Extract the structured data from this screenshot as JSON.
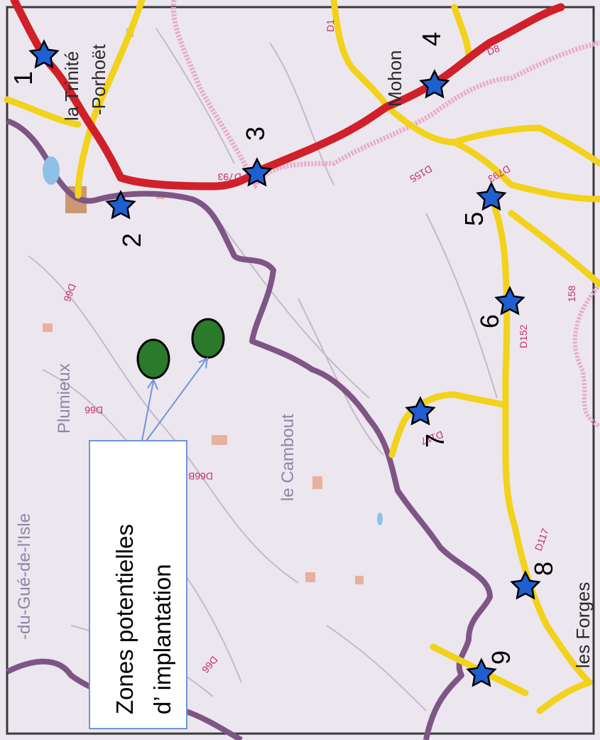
{
  "map": {
    "places": {
      "trinite_1": "la Trinité",
      "trinite_2": "-Porhoët",
      "mohon": "Mohon",
      "plumieux": "Plumieux",
      "gue_isle": "-du-Gué-de-l'Isle",
      "cambout": "le Cambout",
      "forges": "les Forges"
    },
    "roads": {
      "d793_a": "D793",
      "d793_b": "D793",
      "d155": "D155",
      "d152": "D152",
      "d117_a": "D117",
      "d117_b": "D117",
      "d8": "D8",
      "d1": "D1",
      "d66_a": "D66",
      "d66_b": "D66",
      "d66b": "D66B",
      "d66_c": "D66",
      "d158": "158"
    },
    "stations": [
      "1",
      "2",
      "3",
      "4",
      "5",
      "6",
      "7",
      "8",
      "9"
    ],
    "legend": {
      "line1": "Zones potentielles",
      "line2": "d’ implantation"
    },
    "colors": {
      "background": "#ece6ef",
      "major_road": "#d0202a",
      "secondary_road": "#f2d21a",
      "commune_border": "#7e5585",
      "canton_border": "#e8a6c6",
      "star": "#1f5fd0",
      "zone": "#2b7a2b",
      "arrow": "#6f95d8"
    }
  }
}
